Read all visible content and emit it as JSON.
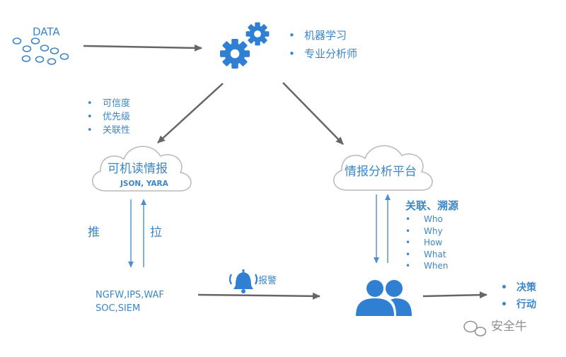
{
  "data_source": {
    "label": "DATA"
  },
  "processing": {
    "items": [
      "机器学习",
      "专业分析师"
    ]
  },
  "attributes": {
    "items": [
      "可信度",
      "优先级",
      "关联性"
    ]
  },
  "machine_readable_intel": {
    "title": "可机读情报",
    "subtitle": "JSON, YARA"
  },
  "intel_platform": {
    "title": "情报分析平台"
  },
  "push_label": "推",
  "pull_label": "拉",
  "devices": {
    "line1": "NGFW,IPS,WAF",
    "line2": "SOC,SIEM"
  },
  "alert": {
    "label": "报警"
  },
  "correlation": {
    "heading": "关联、溯源",
    "items": [
      "Who",
      "Why",
      "How",
      "What",
      "When"
    ]
  },
  "outcome": {
    "items": [
      "决策",
      "行动"
    ]
  },
  "brand": {
    "name": "安全牛"
  },
  "colors": {
    "accent": "#3d86c6",
    "icon": "#2f7fd3",
    "arrow": "#666666",
    "cloud_outline": "#b9b9b9",
    "brand": "#8f8f8f"
  }
}
